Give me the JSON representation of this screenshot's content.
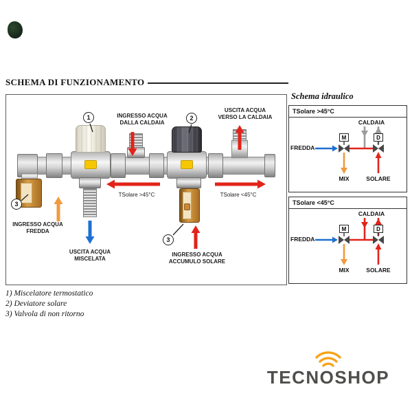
{
  "page": {
    "title": "SCHEMA DI FUNZIONAMENTO"
  },
  "colors": {
    "flow_red": "#e2231a",
    "flow_blue": "#1e6fd2",
    "flow_orange": "#f09a3e",
    "inactive_gray": "#9b9b9b",
    "valve_label_yellow": "#f6c700",
    "brass": "#bd7f2f",
    "logo_orange": "#f7a21b"
  },
  "functional_diagram": {
    "labels": {
      "inlet_from_boiler": "INGRESSO ACQUA\nDALLA CALDAIA",
      "outlet_to_boiler": "USCITA ACQUA\nVERSO LA CALDAIA",
      "tsolare_hot": "TSolare >45°C",
      "tsolare_cold": "TSolare <45°C",
      "inlet_cold": "INGRESSO ACQUA\nFREDDA",
      "outlet_mixed": "USCITA ACQUA\nMISCELATA",
      "inlet_solar_storage": "INGRESSO ACQUA\nACCUMULO SOLARE"
    },
    "callouts": {
      "mixer": "1",
      "diverter": "2",
      "check_left": "3",
      "check_bottom": "3"
    }
  },
  "hydraulic": {
    "heading": "Schema idraulico",
    "boxes": [
      {
        "condition": "TSolare >45°C",
        "labels": {
          "caldaia": "CALDAIA",
          "fredda": "FREDDA",
          "mix": "MIX",
          "solare": "SOLARE"
        },
        "valves": {
          "mixer": "M",
          "diverter": "D"
        }
      },
      {
        "condition": "TSolare <45°C",
        "labels": {
          "caldaia": "CALDAIA",
          "fredda": "FREDDA",
          "mix": "MIX",
          "solare": "SOLARE"
        },
        "valves": {
          "mixer": "M",
          "diverter": "D"
        }
      }
    ]
  },
  "legend": {
    "items": [
      "1) Miscelatore termostatico",
      "2) Deviatore solare",
      "3) Valvola di non ritorno"
    ]
  },
  "logo": {
    "text": "TECNOSHOP"
  }
}
